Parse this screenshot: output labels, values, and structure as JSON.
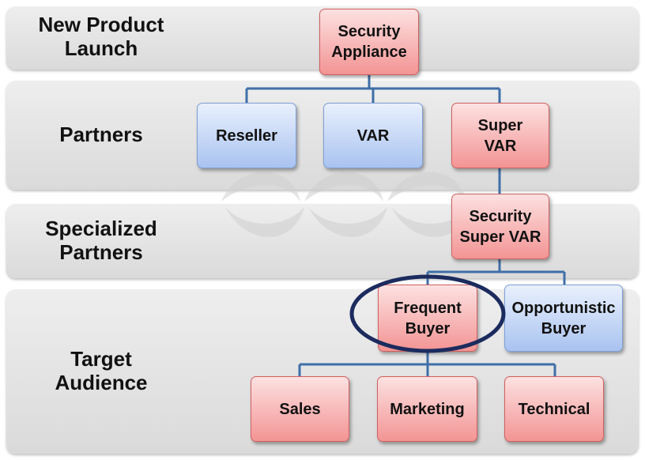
{
  "bands": [
    {
      "id": "new-product-launch",
      "label": "New Product\nLaunch"
    },
    {
      "id": "partners",
      "label": "Partners"
    },
    {
      "id": "specialized-partners",
      "label": "Specialized\nPartners"
    },
    {
      "id": "target-audience",
      "label": "Target\nAudience"
    }
  ],
  "nodes": {
    "security_appliance": "Security\nAppliance",
    "reseller": "Reseller",
    "var": "VAR",
    "super_var": "Super\nVAR",
    "security_super_var": "Security\nSuper VAR",
    "frequent_buyer": "Frequent\nBuyer",
    "opportunistic_buyer": "Opportunistic\nBuyer",
    "sales": "Sales",
    "marketing": "Marketing",
    "technical": "Technical"
  },
  "colors": {
    "node_red": "#f39494",
    "node_blue": "#a9c3f0",
    "connector": "#3f6fa8",
    "highlight_ellipse": "#1c2b5e",
    "band_background": "#e4e4e4"
  },
  "highlight": "frequent_buyer"
}
